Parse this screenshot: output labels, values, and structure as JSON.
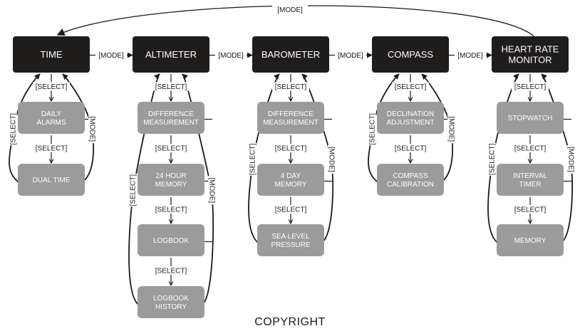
{
  "mode_label": "[MODE]",
  "select_label": "[SELECT]",
  "copyright": "COPYRIGHT",
  "columns": [
    {
      "title": [
        "TIME"
      ],
      "items": [
        [
          "DAILY",
          "ALARMS"
        ],
        [
          "DUAL TIME"
        ]
      ]
    },
    {
      "title": [
        "ALTIMETER"
      ],
      "items": [
        [
          "DIFFERENCE",
          "MEASUREMENT"
        ],
        [
          "24 HOUR",
          "MEMORY"
        ],
        [
          "LOGBOOK"
        ],
        [
          "LOGBOOK",
          "HISTORY"
        ]
      ]
    },
    {
      "title": [
        "BAROMETER"
      ],
      "items": [
        [
          "DIFFERENCE",
          "MEASUREMENT"
        ],
        [
          "4 DAY",
          "MEMORY"
        ],
        [
          "SEA LEVEL",
          "PRESSURE"
        ]
      ]
    },
    {
      "title": [
        "COMPASS"
      ],
      "items": [
        [
          "DECLINATION",
          "ADJUSTMENT"
        ],
        [
          "COMPASS",
          "CALIBRATION"
        ]
      ]
    },
    {
      "title": [
        "HEART RATE",
        "MONITOR"
      ],
      "items": [
        [
          "STOPWATCH"
        ],
        [
          "INTERVAL",
          "TIMER"
        ],
        [
          "MEMORY"
        ]
      ]
    }
  ]
}
